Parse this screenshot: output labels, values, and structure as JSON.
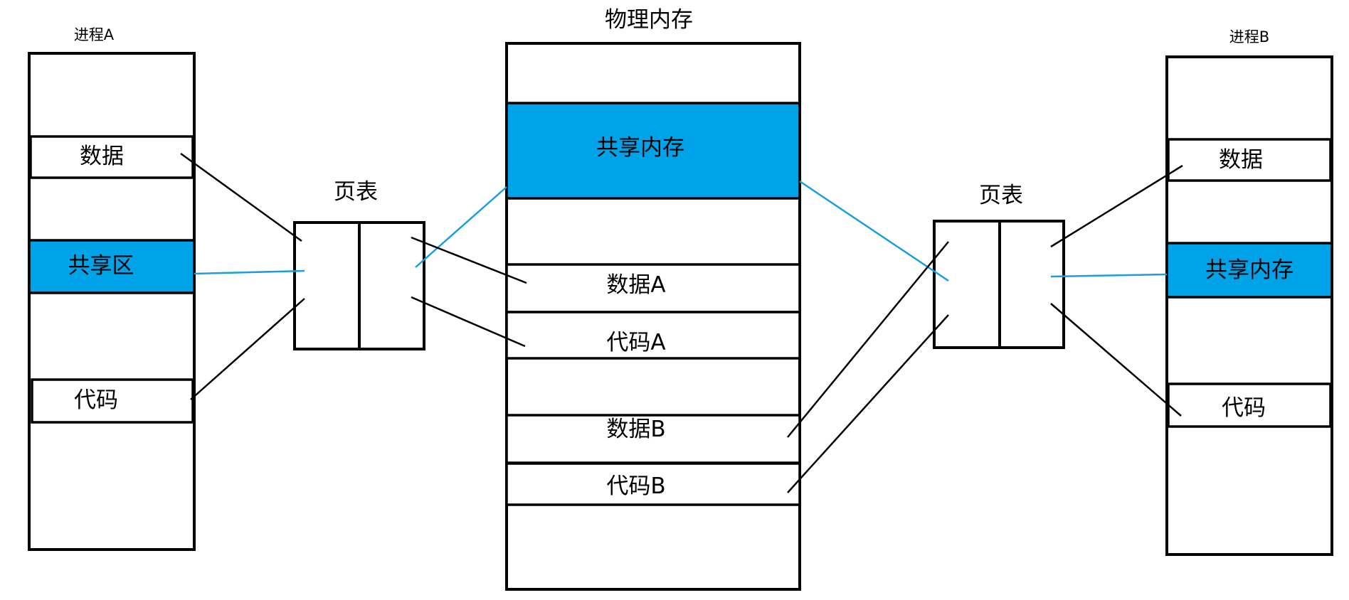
{
  "process_a": {
    "title": "进程A",
    "data": "数据",
    "shared": "共享区",
    "code": "代码"
  },
  "page_table_a": {
    "title": "页表"
  },
  "physical_memory": {
    "title": "物理内存",
    "shared": "共享内存",
    "data_a": "数据A",
    "code_a": "代码A",
    "data_b": "数据B",
    "code_b": "代码B"
  },
  "page_table_b": {
    "title": "页表"
  },
  "process_b": {
    "title": "进程B",
    "data": "数据",
    "shared": "共享内存",
    "code": "代码"
  },
  "colors": {
    "shared_fill": "#00a2e8",
    "mapping_line_blue": "#1a9fdc",
    "mapping_line_black": "#000000"
  }
}
